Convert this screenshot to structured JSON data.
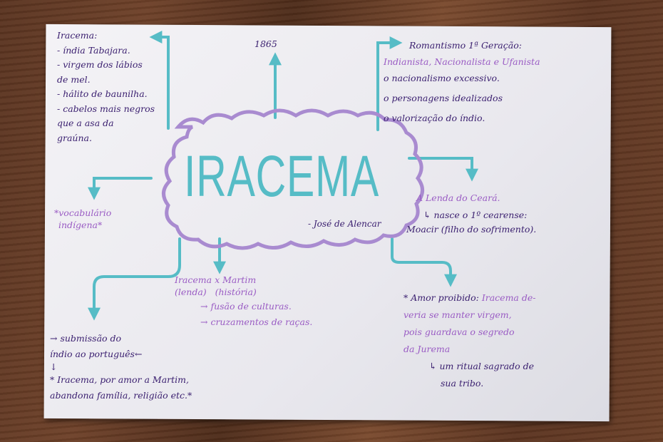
{
  "center": {
    "title": "IRACEMA",
    "author": "- José de Alencar"
  },
  "year": "1865",
  "characters": {
    "heading": "Iracema:",
    "items": [
      "- índia Tabajara.",
      "- virgem dos lábios",
      "de mel.",
      "- hálito de baunilha.",
      "- cabelos mais negros",
      "que a asa da",
      "graúna."
    ]
  },
  "movement": {
    "heading": "Romantismo 1ª Geração:",
    "subtitle": "Indianista, Nacionalista e Ufanista",
    "items": [
      "o nacionalismo excessivo.",
      "o personagens idealizados",
      "o valorização do índio."
    ]
  },
  "vocabulary": {
    "lines": [
      "*vocabulário",
      "indígena*"
    ]
  },
  "legend": {
    "heading": "A Lenda do Ceará.",
    "line1": "nasce o 1º cearense:",
    "line2": "Moacir (filho do sofrimento)."
  },
  "contrast": {
    "left": "Iracema",
    "left_sub": "(lenda)",
    "x": "x",
    "right": "Martim",
    "right_sub": "(história)",
    "items": [
      "→ fusão de culturas.",
      "→ cruzamentos de raças."
    ]
  },
  "submission": {
    "lines": [
      "→ submissão do",
      "índio ao português←",
      "↓",
      "* Iracema, por amor a Martim,",
      "abandona família, religião etc.*"
    ]
  },
  "forbidden_love": {
    "heading": "* Amor proibido:",
    "lines_first": "Iracema de-",
    "lines": [
      "veria se manter virgem,",
      "pois guardava o segredo",
      "da Jurema"
    ],
    "sub": "um ritual sagrado de",
    "sub2": "sua tribo."
  },
  "colors": {
    "arrow": "#56bcc6",
    "cloud": "#a98bd0",
    "ink_dark": "#3b2070",
    "ink_light": "#9a5cc4"
  }
}
